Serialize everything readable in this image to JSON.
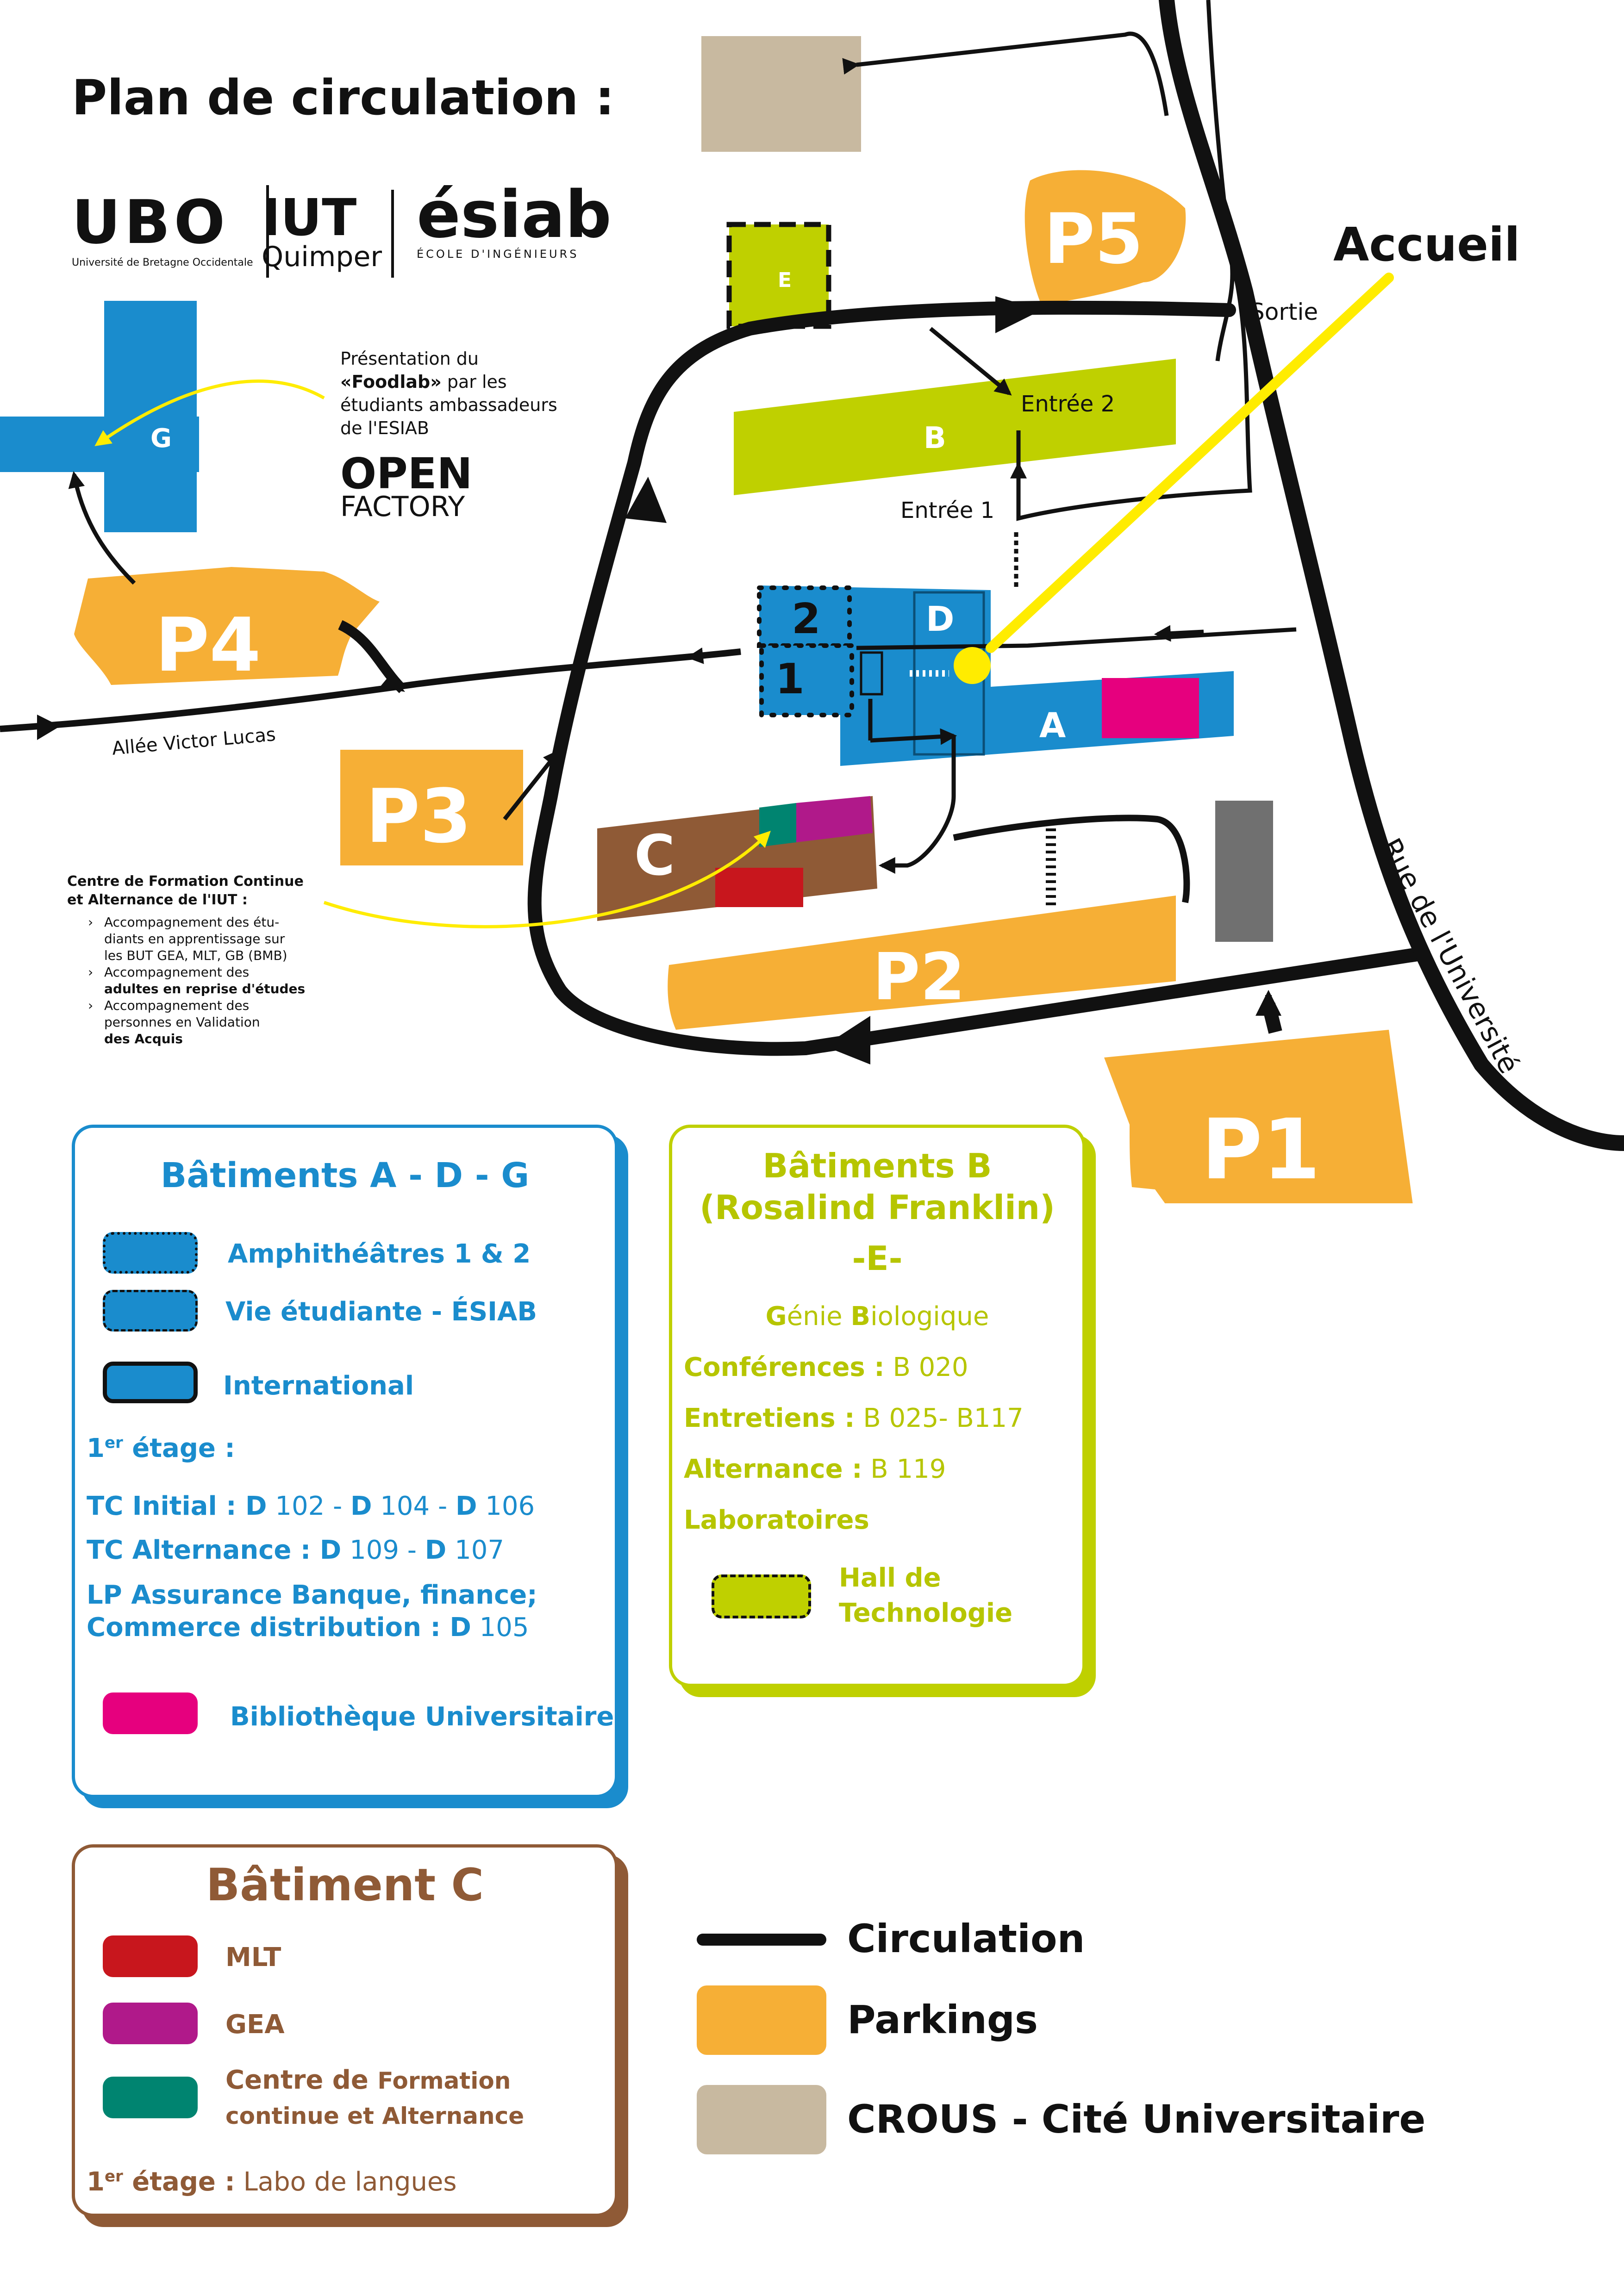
{
  "title": "Plan de circulation :",
  "logos": {
    "ubo": "UBO",
    "ubo_sub": "Université de Bretagne Occidentale",
    "iut": "IUT",
    "iut_sub": "Quimper",
    "esiab": "ésiab",
    "esiab_sub": "ÉCOLE D'INGÉNIEURS",
    "open1": "OPEN",
    "open2": "FACTORY"
  },
  "annotations": {
    "foodlab_1": "Présentation du",
    "foodlab_2a": "«Foodlab»",
    "foodlab_2b": " par les",
    "foodlab_3": "étudiants ambassadeurs",
    "foodlab_4": "de l'ESIAB",
    "cfca_title_1": "Centre de Formation Continue",
    "cfca_title_2": "et Alternance de l'IUT :",
    "cfca_items": [
      [
        "Accompagnement des étu-",
        "diants en apprentissage sur",
        "les BUT GEA, MLT, GB (BMB)"
      ],
      [
        "Accompagnement des",
        "adultes en reprise d'études"
      ],
      [
        "Accompagnement des",
        "personnes en Validation",
        "des Acquis"
      ]
    ]
  },
  "map": {
    "accueil": "Accueil",
    "sortie": "Sortie",
    "entree1": "Entrée 1",
    "entree2": "Entrée 2",
    "street_victor": "Allée Victor Lucas",
    "street_univ": "Rue de l'Université",
    "buildings": {
      "A": "A",
      "B": "B",
      "C": "C",
      "D": "D",
      "E": "E",
      "G": "G",
      "amphi1": "1",
      "amphi2": "2"
    },
    "parkings": {
      "P1": "P1",
      "P2": "P2",
      "P3": "P3",
      "P4": "P4",
      "P5": "P5"
    }
  },
  "colors": {
    "blue": "#1a8ccd",
    "green": "#bfd000",
    "brown": "#8f5a36",
    "orange": "#f6af36",
    "crous": "#c8b9a0",
    "grey": "#707070",
    "pink": "#e6007e",
    "red": "#c8161d",
    "purple": "#b0198a",
    "teal": "#008470",
    "yellow": "#ffec00"
  },
  "legend_adg": {
    "title": "Bâtiments A - D - G",
    "amphi": "Amphithéâtres 1 & 2",
    "vie": "Vie étudiante - ÉSIAB",
    "international": "International",
    "etage_label": "1",
    "etage_sup": "er",
    "etage_rest": " étage :",
    "tc_initial_label": "TC Initial :",
    "tc_initial_rooms": [
      [
        "D",
        " 102 - "
      ],
      [
        "D",
        " 104 - "
      ],
      [
        "D",
        " 106"
      ]
    ],
    "tc_alt_label": "TC Alternance :",
    "tc_alt_rooms": [
      [
        "D",
        " 109 - "
      ],
      [
        "D",
        " 107"
      ]
    ],
    "lp_line1": "LP Assurance Banque, finance;",
    "lp_line2": "Commerce distribution :",
    "lp_room_bold": "D",
    "lp_room": " 105",
    "bu": "Bibliothèque Universitaire"
  },
  "legend_b": {
    "title1": "Bâtiments B",
    "title2": "(Rosalind Franklin)",
    "title3": "-E-",
    "gb_1": "G",
    "gb_2": "énie ",
    "gb_3": "B",
    "gb_4": "iologique",
    "conf_label": "Conférences :",
    "conf_room": " B 020",
    "entretiens_label": "Entretiens :",
    "entretiens_room": " B 025- B117",
    "alternance_label": "Alternance :",
    "alternance_room": " B 119",
    "labos": "Laboratoires",
    "hall1": "Hall de",
    "hall2": "Technologie"
  },
  "legend_c": {
    "title": "Bâtiment C",
    "mlt": "MLT",
    "gea": "GEA",
    "cfca_1a": "Centre de ",
    "cfca_1b": "Formation",
    "cfca_2": "continue et Alternance",
    "etage_label": "1",
    "etage_sup": "er",
    "etage_rest": " étage :",
    "etage_val": " Labo de langues"
  },
  "legend_main": {
    "circulation": "Circulation",
    "parkings": "Parkings",
    "crous": "CROUS - Cité Universitaire"
  }
}
